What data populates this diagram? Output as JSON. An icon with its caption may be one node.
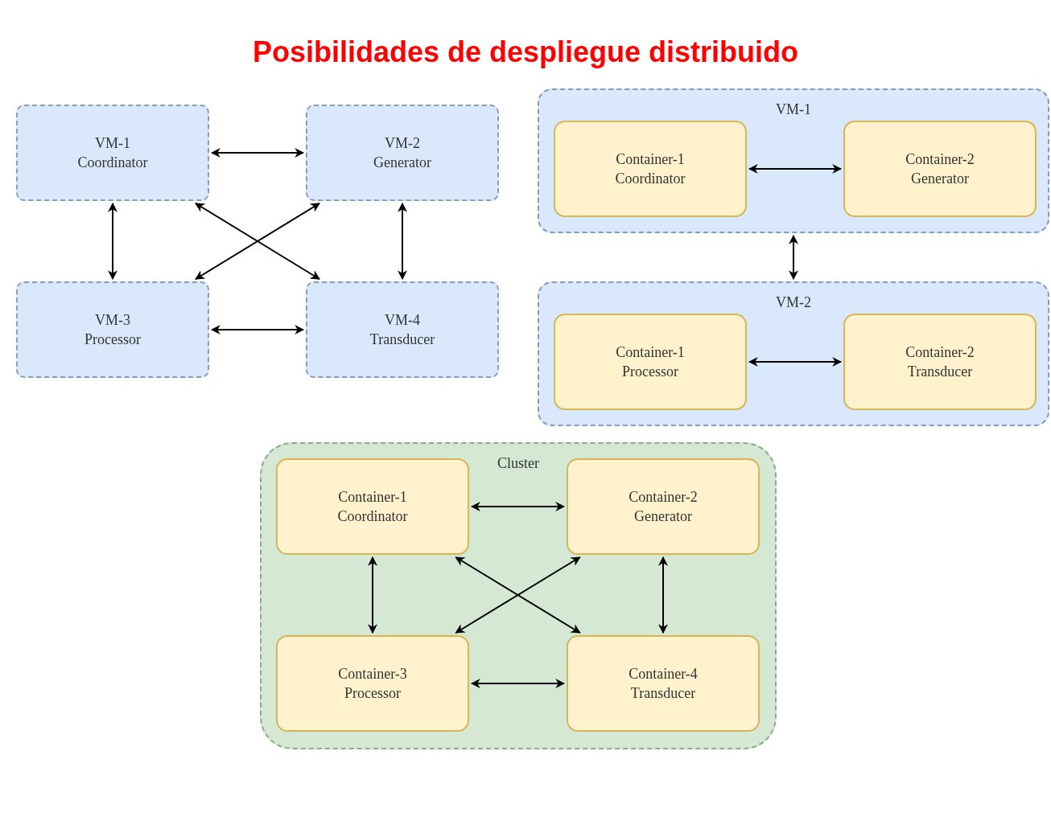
{
  "diagram": {
    "title": "Posibilidades de despliegue distribuido",
    "nodes": [
      {
        "text": [
          "VM-1",
          "Coordinator"
        ]
      },
      {
        "text": [
          "VM-2",
          "Generator"
        ]
      },
      {
        "text": [
          "VM-3",
          "Processor"
        ]
      },
      {
        "text": [
          "VM-4",
          "Transducer"
        ]
      },
      {
        "text": [
          "VM-1"
        ]
      },
      {
        "text": [
          "Container-1",
          "Coordinator"
        ],
        "in": 4
      },
      {
        "text": [
          "Container-2",
          "Generator"
        ],
        "in": 4
      },
      {
        "text": [
          "VM-2"
        ]
      },
      {
        "text": [
          "Container-1",
          "Processor"
        ],
        "in": 7
      },
      {
        "text": [
          "Container-2",
          "Transducer"
        ],
        "in": 7
      },
      {
        "text": [
          "Cluster"
        ]
      },
      {
        "text": [
          "Container-1",
          "Coordinator"
        ],
        "in": 10
      },
      {
        "text": [
          "Container-2",
          "Generator"
        ],
        "in": 10
      },
      {
        "text": [
          "Container-3",
          "Processor"
        ],
        "in": 10
      },
      {
        "text": [
          "Container-4",
          "Transducer"
        ],
        "in": 10
      }
    ],
    "edges": [
      {
        "from": 0,
        "to": 1,
        "arrow": "both"
      },
      {
        "from": 0,
        "to": 2,
        "arrow": "both"
      },
      {
        "from": 0,
        "to": 3,
        "arrow": "both"
      },
      {
        "from": 1,
        "to": 2,
        "arrow": "both"
      },
      {
        "from": 1,
        "to": 3,
        "arrow": "both"
      },
      {
        "from": 2,
        "to": 3,
        "arrow": "both"
      },
      {
        "from": 5,
        "to": 6,
        "arrow": "both"
      },
      {
        "from": 4,
        "to": 7,
        "arrow": "both"
      },
      {
        "from": 8,
        "to": 9,
        "arrow": "both"
      },
      {
        "from": 11,
        "to": 12,
        "arrow": "both"
      },
      {
        "from": 11,
        "to": 13,
        "arrow": "both"
      },
      {
        "from": 11,
        "to": 14,
        "arrow": "both"
      },
      {
        "from": 12,
        "to": 13,
        "arrow": "both"
      },
      {
        "from": 12,
        "to": 14,
        "arrow": "both"
      },
      {
        "from": 13,
        "to": 14,
        "arrow": "both"
      }
    ]
  }
}
